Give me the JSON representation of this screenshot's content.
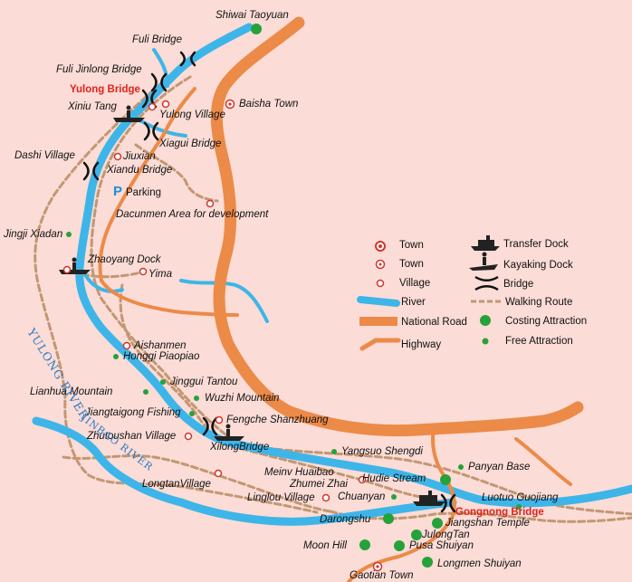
{
  "colors": {
    "background": "#fbdcd6",
    "river": "#3eb5e8",
    "road": "#ec8a48",
    "walking_route": "#c29773",
    "attraction": "#27a13a",
    "village": "#d1352c",
    "highlight": "#e0231b"
  },
  "labels": {
    "shiwai": "Shiwai Taoyuan",
    "fuli_bridge": "Fuli Bridge",
    "fuli_jinlong": "Fuli Jinlong Bridge",
    "yulong_bridge": "Yulong Bridge",
    "xiniu_tang": "Xiniu Tang",
    "yulong_village": "Yulong Village",
    "baisha": "Baisha Town",
    "xiagui": "Xiagui Bridge",
    "dashi": "Dashi Village",
    "jiuxian": "Jiuxian",
    "xiandu": "Xiandu Bridge",
    "parking": "Parking",
    "dacunmen": "Dacunmen Area for development",
    "jingji": "Jingji Xiadan",
    "zhaoyang": "Zhaoyang Dock",
    "yima": "Yima",
    "aishanmen": "Aishanmen",
    "honggi": "Honggi Piaopiao",
    "jinggui": "Jinggui Tantou",
    "lianhua": "Lianhua Mountain",
    "wuzhi": "Wuzhi Mountain",
    "jiangtaigong": "Jiangtaigong Fishing",
    "fengche": "Fengche Shanzhuang",
    "zhutoushan": "Zhutoushan Village",
    "xilong": "XilongBridge",
    "yangsuo": "Yangsuo Shengdi",
    "panyan": "Panyan Base",
    "hudie": "Hudie Stream",
    "meinv": "Meinv Huaibao",
    "zhumei": "Zhumei Zhai",
    "longtan": "LongtanVillage",
    "linglou": "Linglou Village",
    "chuanyan": "Chuanyan",
    "gongnong": "Gongnong Bridge",
    "luotuo": "Luotuo Guojiang",
    "darongshu": "Darongshu",
    "jiangshan": "Jiangshan Temple",
    "julong": "JulongTan",
    "moon_hill": "Moon Hill",
    "pusa": "Pusa Shuiyan",
    "longmen": "Longmen Shuiyan",
    "gaotian": "Gaotian Town",
    "yulong_river": "YULONG RIVER",
    "jinbao_river": "JINBAO RIVER"
  },
  "legend": {
    "town1": "Town",
    "town2": "Town",
    "village": "Village",
    "river": "River",
    "national_road": "National Road",
    "highway": "Highway",
    "transfer_dock": "Transfer Dock",
    "kayaking_dock": "Kayaking Dock",
    "bridge": "Bridge",
    "walking_route": "Walking Route",
    "costing_attraction": "Costing Attraction",
    "free_attraction": "Free Attraction"
  },
  "icons": {
    "bridge": "bridge-icon",
    "dock": "kayaking-dock-icon",
    "transfer": "transfer-dock-icon",
    "parking": "parking-icon"
  }
}
